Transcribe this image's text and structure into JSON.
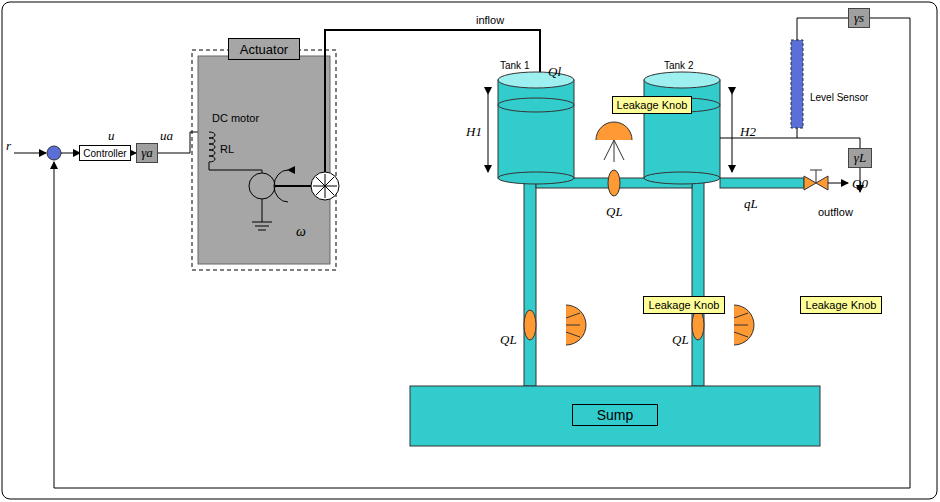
{
  "diagram": {
    "nodes": [
      {
        "text": [
          "Controller"
        ]
      },
      {
        "text": [
          "γa"
        ]
      },
      {
        "text": [
          "Actuator"
        ]
      },
      {
        "text": [
          "Leakage Knob"
        ]
      },
      {
        "text": [
          "Leakage Knob"
        ]
      },
      {
        "text": [
          "Leakage Knob"
        ]
      },
      {
        "text": [
          "Sump"
        ]
      },
      {
        "text": [
          "γs"
        ]
      },
      {
        "text": [
          "γL"
        ]
      }
    ],
    "edges": [
      {
        "from": 0,
        "to": 1,
        "arrow": "to"
      }
    ],
    "labels": [
      "r",
      "u",
      "ua",
      "DC motor",
      "RL",
      "ω",
      "inflow",
      "Tank 1",
      "Ql",
      "Tank 2",
      "H1",
      "H2",
      "QL",
      "QL",
      "QL",
      "qL",
      "Q0",
      "outflow",
      "Level Sensor"
    ]
  }
}
